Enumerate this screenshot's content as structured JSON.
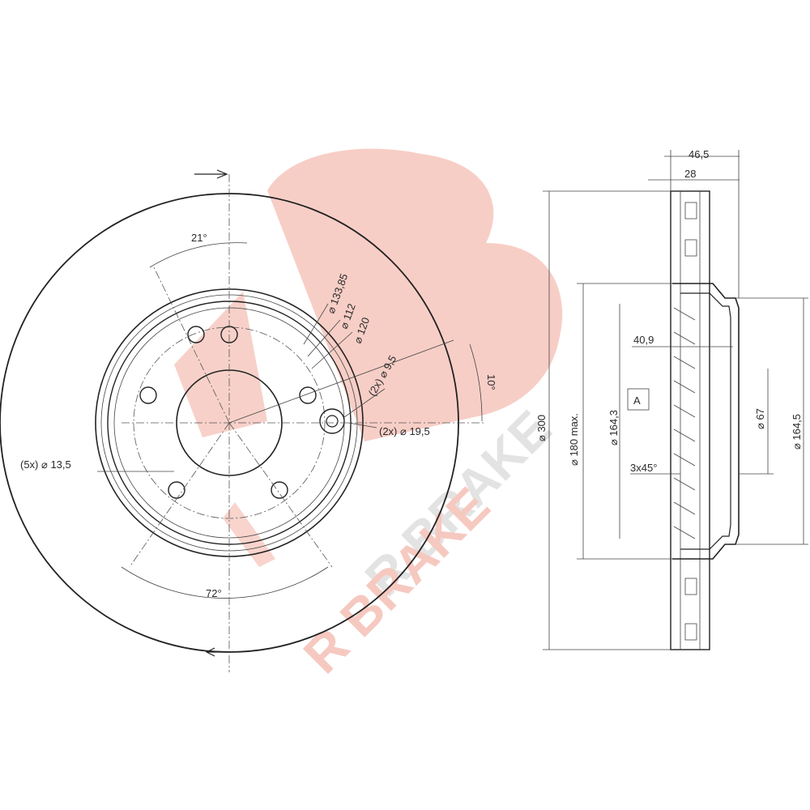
{
  "watermark": {
    "logo_letters": "R",
    "brand_text": "R BRAKE",
    "logo_color": "#f6c9c0",
    "shadow_color": "#e3e3e3"
  },
  "front_view": {
    "labels": {
      "angle_21": "21°",
      "d_133_85": "⌀ 133,85",
      "d_112": "⌀ 112",
      "d_120": "⌀ 120",
      "holes_9_5": "(2x) ⌀ 9,5",
      "angle_10": "10°",
      "holes_19_5": "(2x) ⌀ 19,5",
      "holes_13_5": "(5x) ⌀ 13,5",
      "angle_72": "72°"
    }
  },
  "side_view": {
    "labels": {
      "w_46_5": "46,5",
      "w_28": "28",
      "d_300": "⌀ 300",
      "d_180": "⌀ 180 max.",
      "d_164_3": "⌀ 164,3",
      "h_40_9": "40,9",
      "ref_a": "A",
      "chamfer": "3x45°",
      "d_67": "⌀ 67",
      "d_164_5": "⌀ 164,5"
    }
  }
}
